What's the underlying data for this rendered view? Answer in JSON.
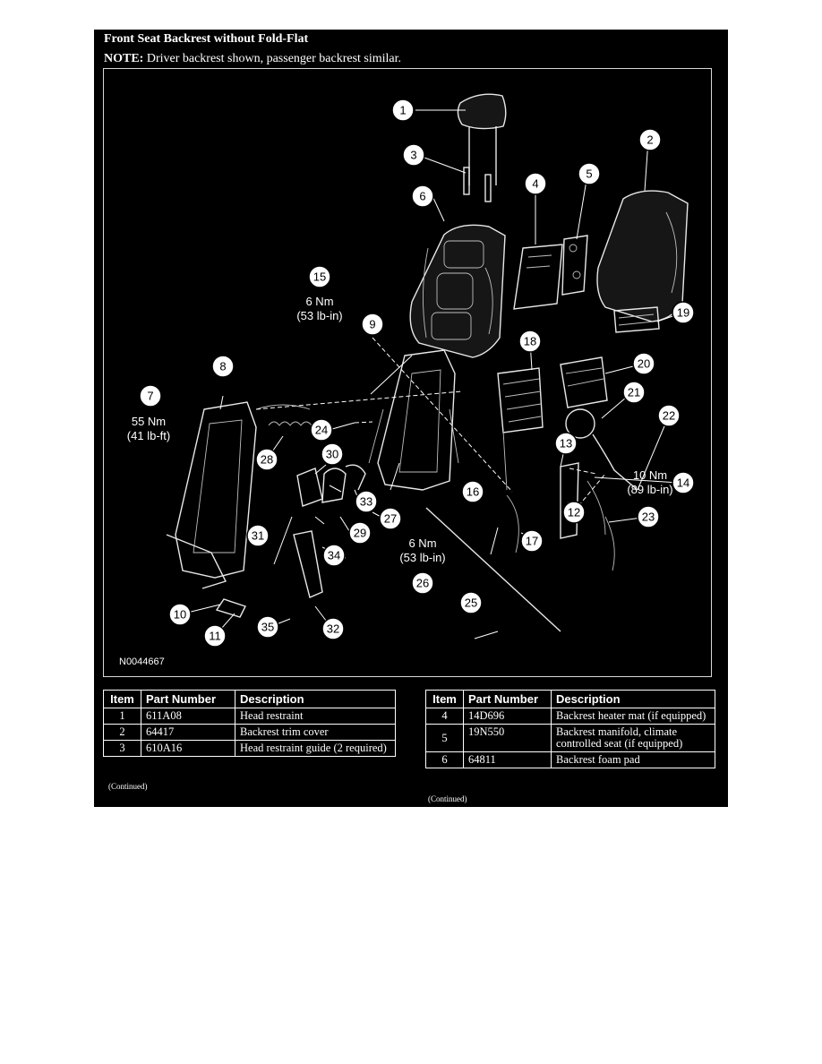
{
  "header": {
    "title": "Front Seat Backrest without Fold-Flat",
    "note_label": "NOTE:",
    "note_text": " Driver backrest shown, passenger backrest similar."
  },
  "figure": {
    "figure_number": "N0044667",
    "callouts": [
      "1",
      "2",
      "3",
      "4",
      "5",
      "6",
      "7",
      "8",
      "9",
      "10",
      "11",
      "12",
      "13",
      "14",
      "15",
      "16",
      "17",
      "18",
      "19",
      "20",
      "21",
      "22",
      "23",
      "24",
      "25",
      "26",
      "27",
      "28",
      "29",
      "30",
      "31",
      "32",
      "33",
      "34",
      "35"
    ],
    "torque_15": [
      "6 Nm",
      "(53 lb-in)"
    ],
    "torque_7": [
      "55 Nm",
      "(41 lb-ft)"
    ],
    "torque_26": [
      "6 Nm",
      "(53 lb-in)"
    ],
    "torque_14": [
      "10 Nm",
      "(89 lb-in)"
    ]
  },
  "table_headers": {
    "item": "Item",
    "part_number": "Part Number",
    "description": "Description"
  },
  "table_left": [
    {
      "item": "1",
      "part_number": "611A08",
      "description": "Head restraint"
    },
    {
      "item": "2",
      "part_number": "64417",
      "description": "Backrest trim cover"
    },
    {
      "item": "3",
      "part_number": "610A16",
      "description": "Head restraint guide (2 required)"
    }
  ],
  "table_right": [
    {
      "item": "4",
      "part_number": "14D696",
      "description": "Backrest heater mat (if equipped)"
    },
    {
      "item": "5",
      "part_number": "19N550",
      "description": "Backrest manifold, climate controlled seat (if equipped)"
    },
    {
      "item": "6",
      "part_number": "64811",
      "description": "Backrest foam pad"
    }
  ],
  "continued_label": "(Continued)"
}
